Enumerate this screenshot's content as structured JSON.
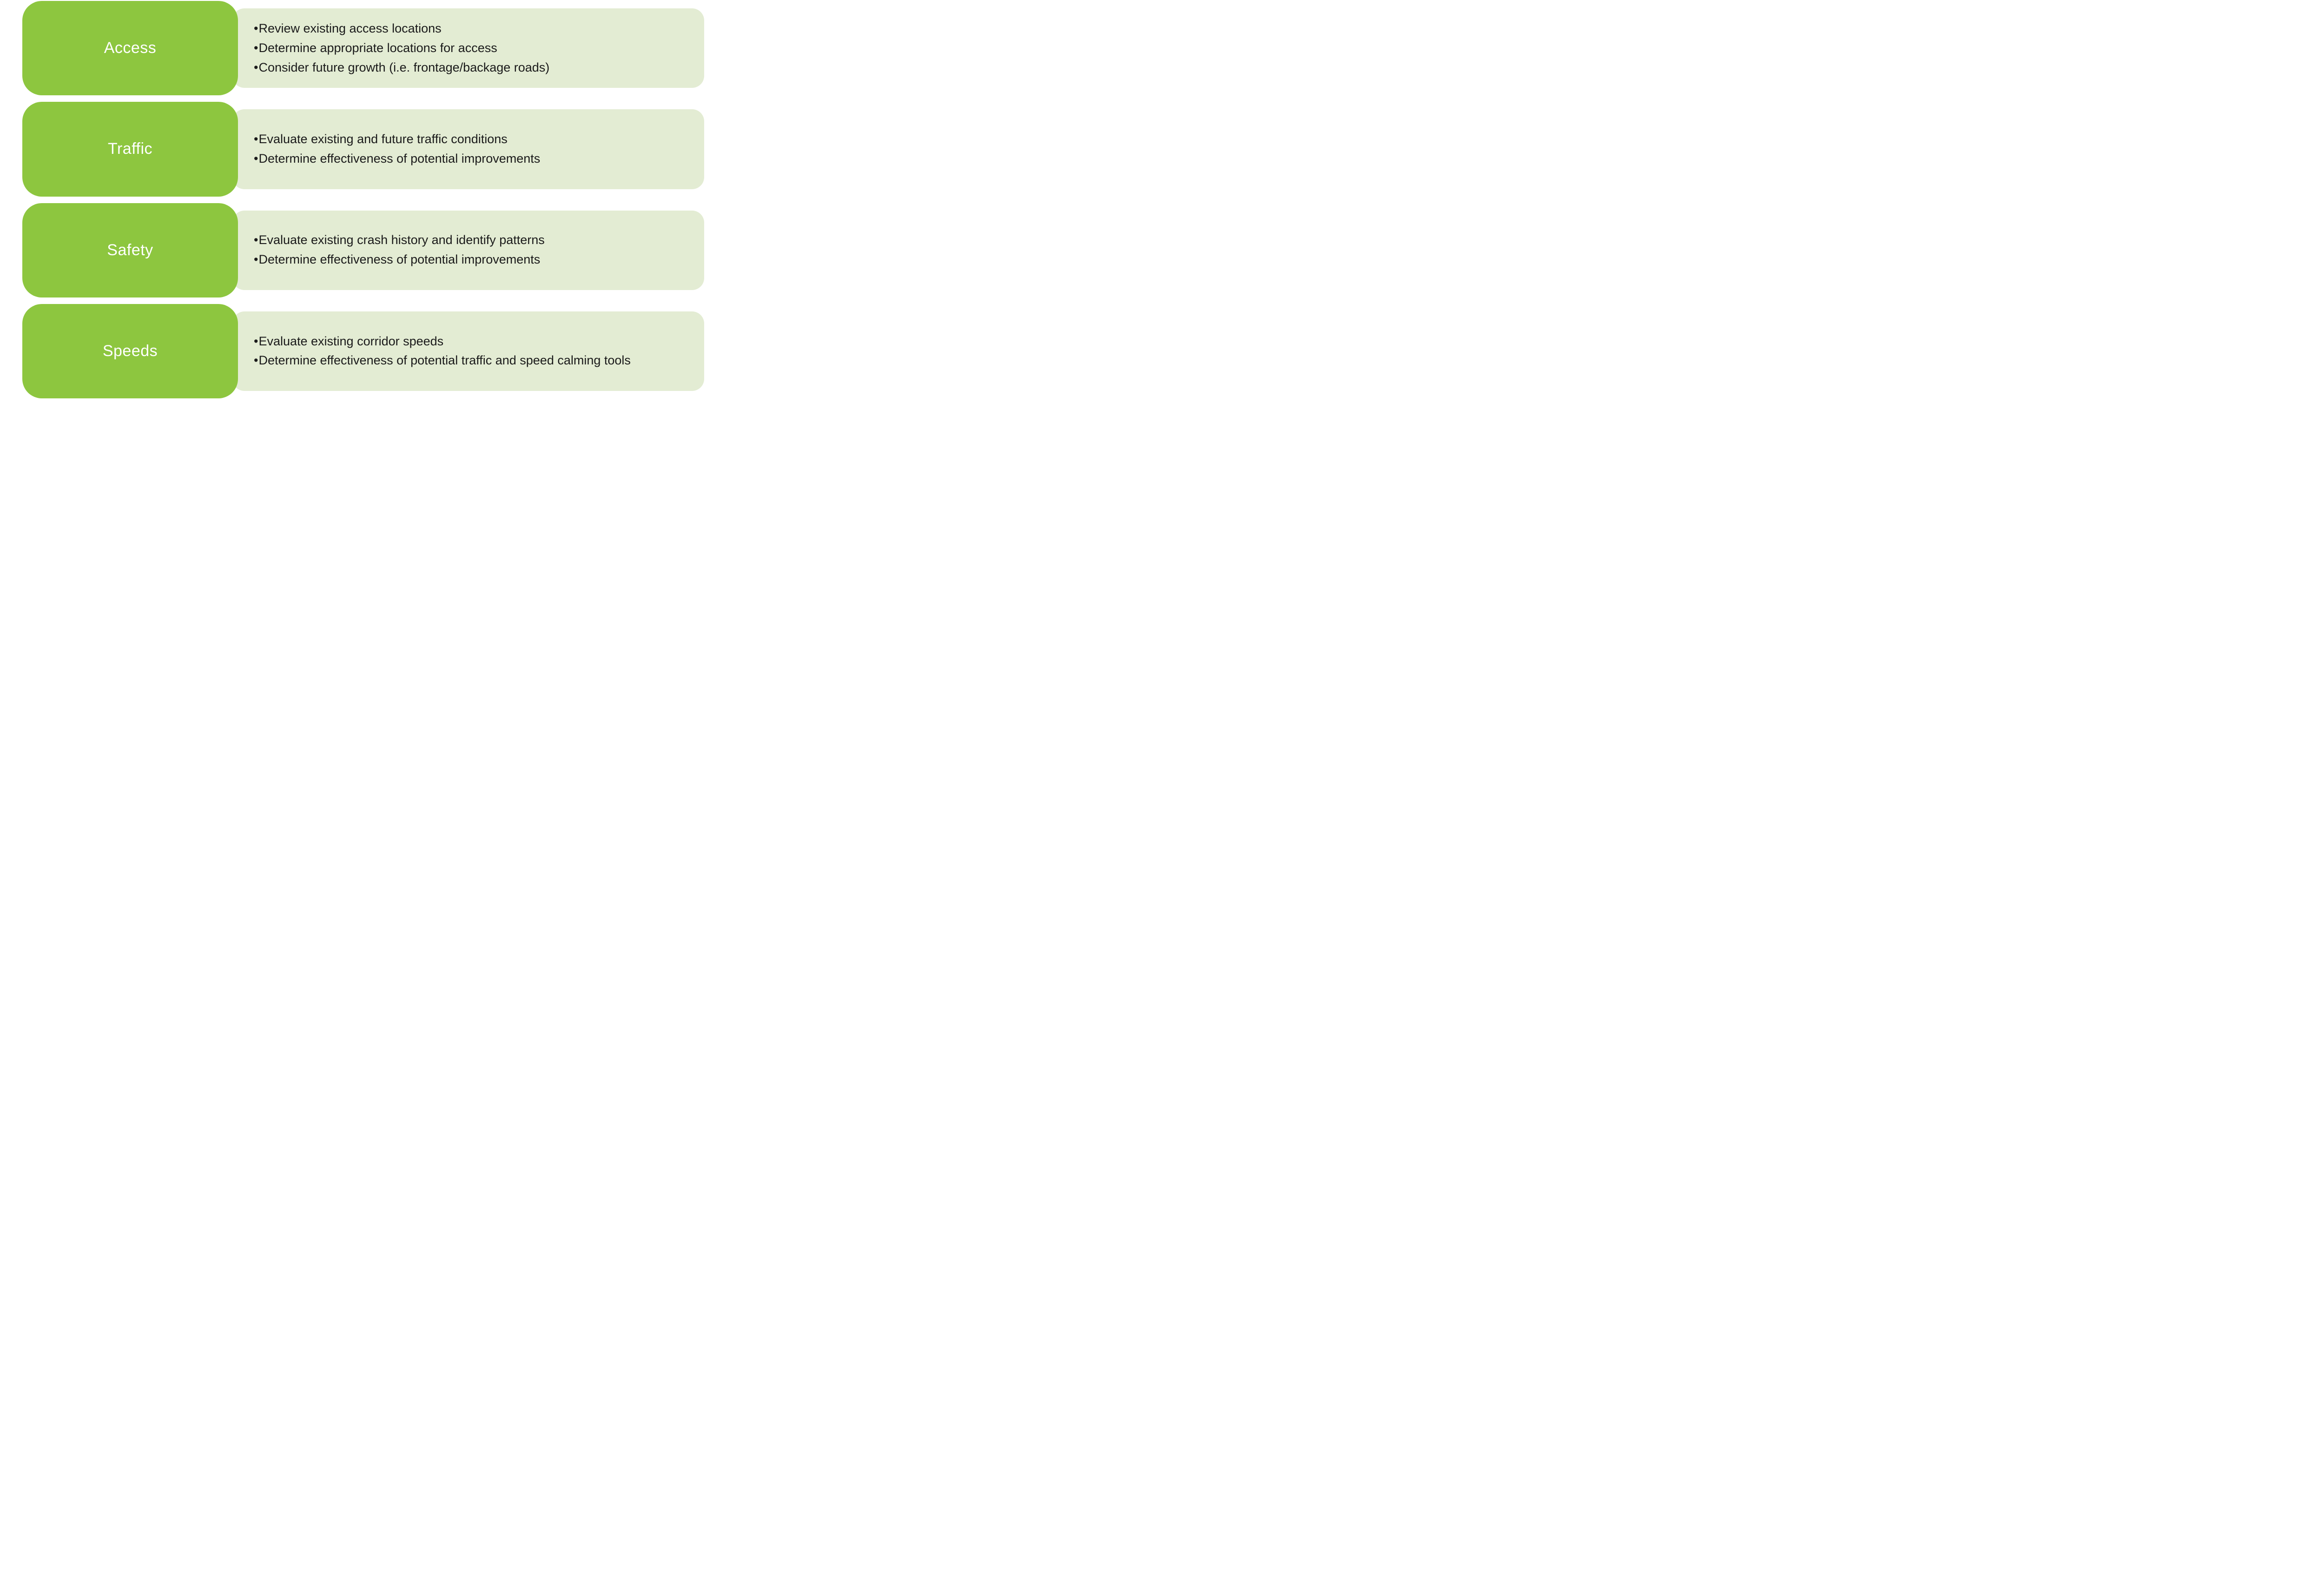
{
  "diagram": {
    "type": "labeled-list-rows",
    "colors": {
      "accent_green": "#8dc63f",
      "panel_green": "#e3ecd3",
      "label_text": "#ffffff",
      "bullet_text": "#1a1a1a"
    },
    "rows": [
      {
        "label": "Access",
        "bullets": [
          "Review existing access locations",
          "Determine appropriate locations for access",
          "Consider future growth (i.e. frontage/backage roads)"
        ]
      },
      {
        "label": "Traffic",
        "bullets": [
          "Evaluate existing and future traffic conditions",
          "Determine effectiveness of potential improvements"
        ]
      },
      {
        "label": "Safety",
        "bullets": [
          "Evaluate existing crash history and identify patterns",
          "Determine effectiveness of potential improvements"
        ]
      },
      {
        "label": "Speeds",
        "bullets": [
          "Evaluate existing corridor speeds",
          "Determine effectiveness of potential traffic and speed calming tools"
        ]
      }
    ]
  }
}
